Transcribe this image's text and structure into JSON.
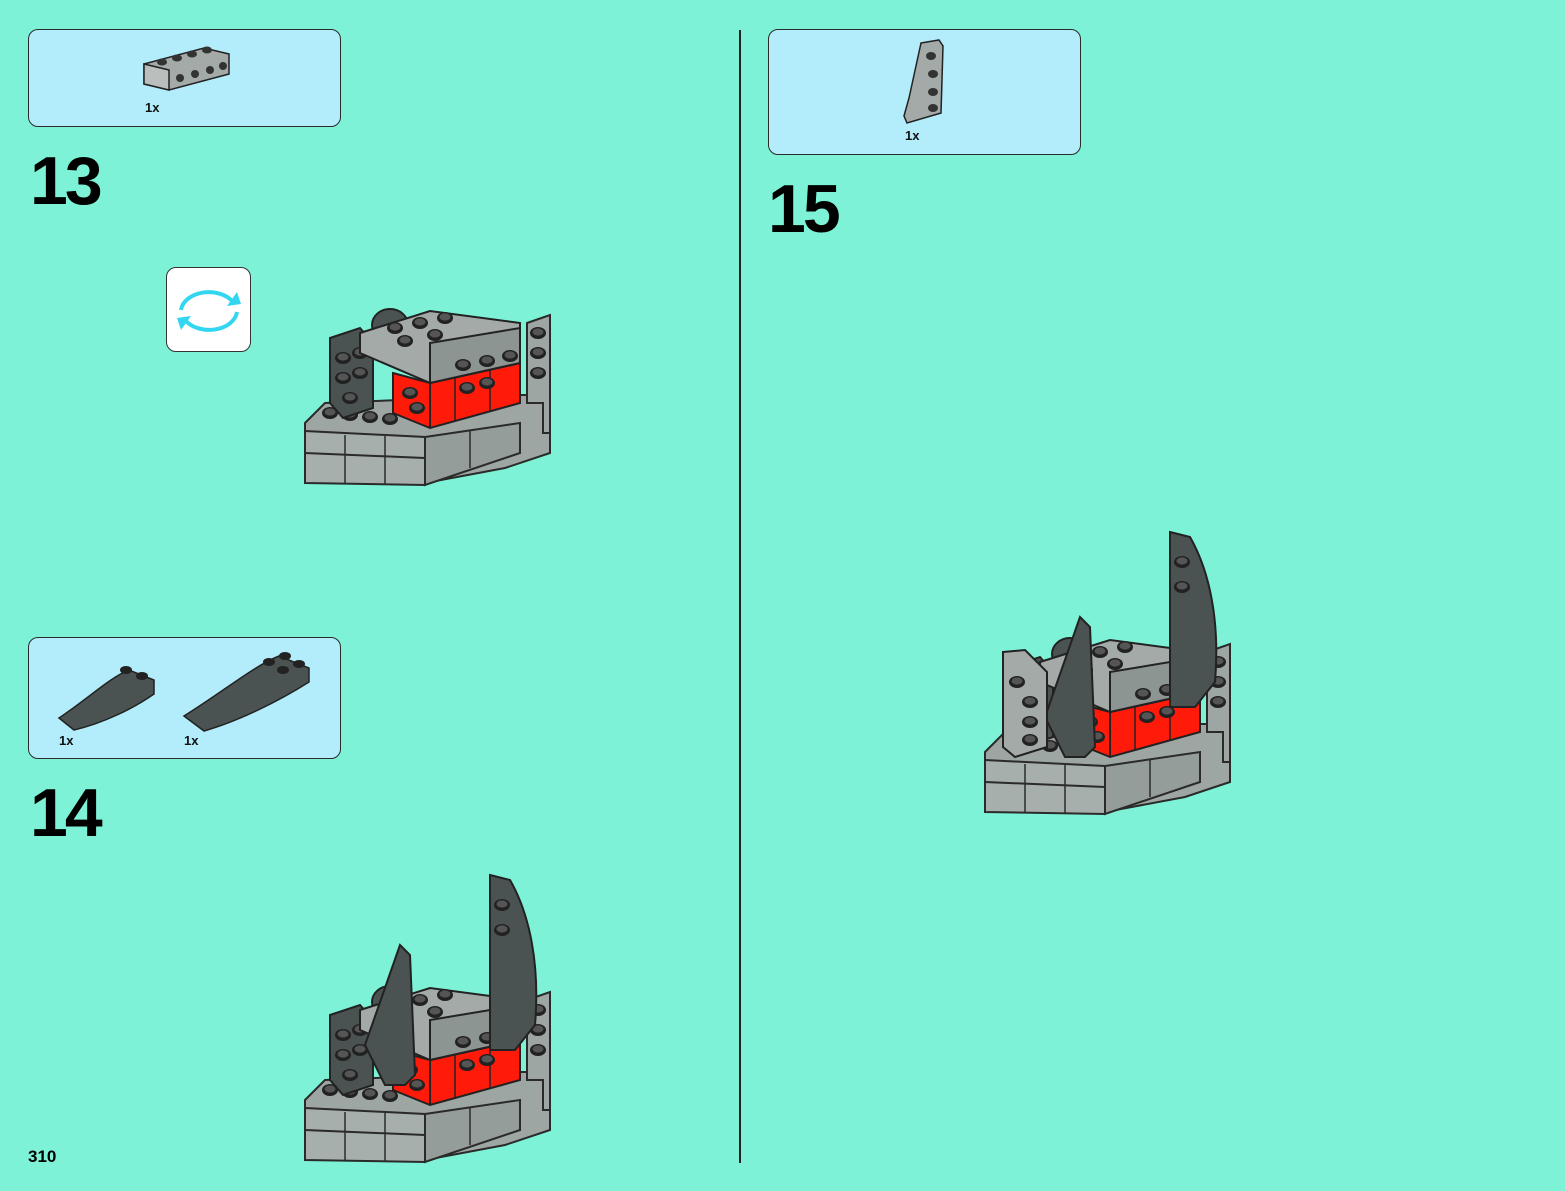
{
  "page": {
    "number": "310"
  },
  "steps": [
    {
      "number": "13",
      "parts": [
        {
          "name": "light-gray-technic-brick-1x4",
          "qty": "1x"
        }
      ],
      "rotate_icon": "rotate-model-icon"
    },
    {
      "number": "14",
      "parts": [
        {
          "name": "dark-gray-slope-curved-short",
          "qty": "1x"
        },
        {
          "name": "dark-gray-slope-curved-long",
          "qty": "1x"
        }
      ]
    },
    {
      "number": "15",
      "parts": [
        {
          "name": "light-gray-wedge-plate",
          "qty": "1x"
        }
      ]
    }
  ],
  "colors": {
    "background": "#7df2d6",
    "callout": "#b3ecfa",
    "brick_light_gray": "#a3aaa8",
    "brick_dark_gray": "#4a5352",
    "brick_red": "#ff1a0a",
    "rotate_arrows": "#33d6f0"
  }
}
